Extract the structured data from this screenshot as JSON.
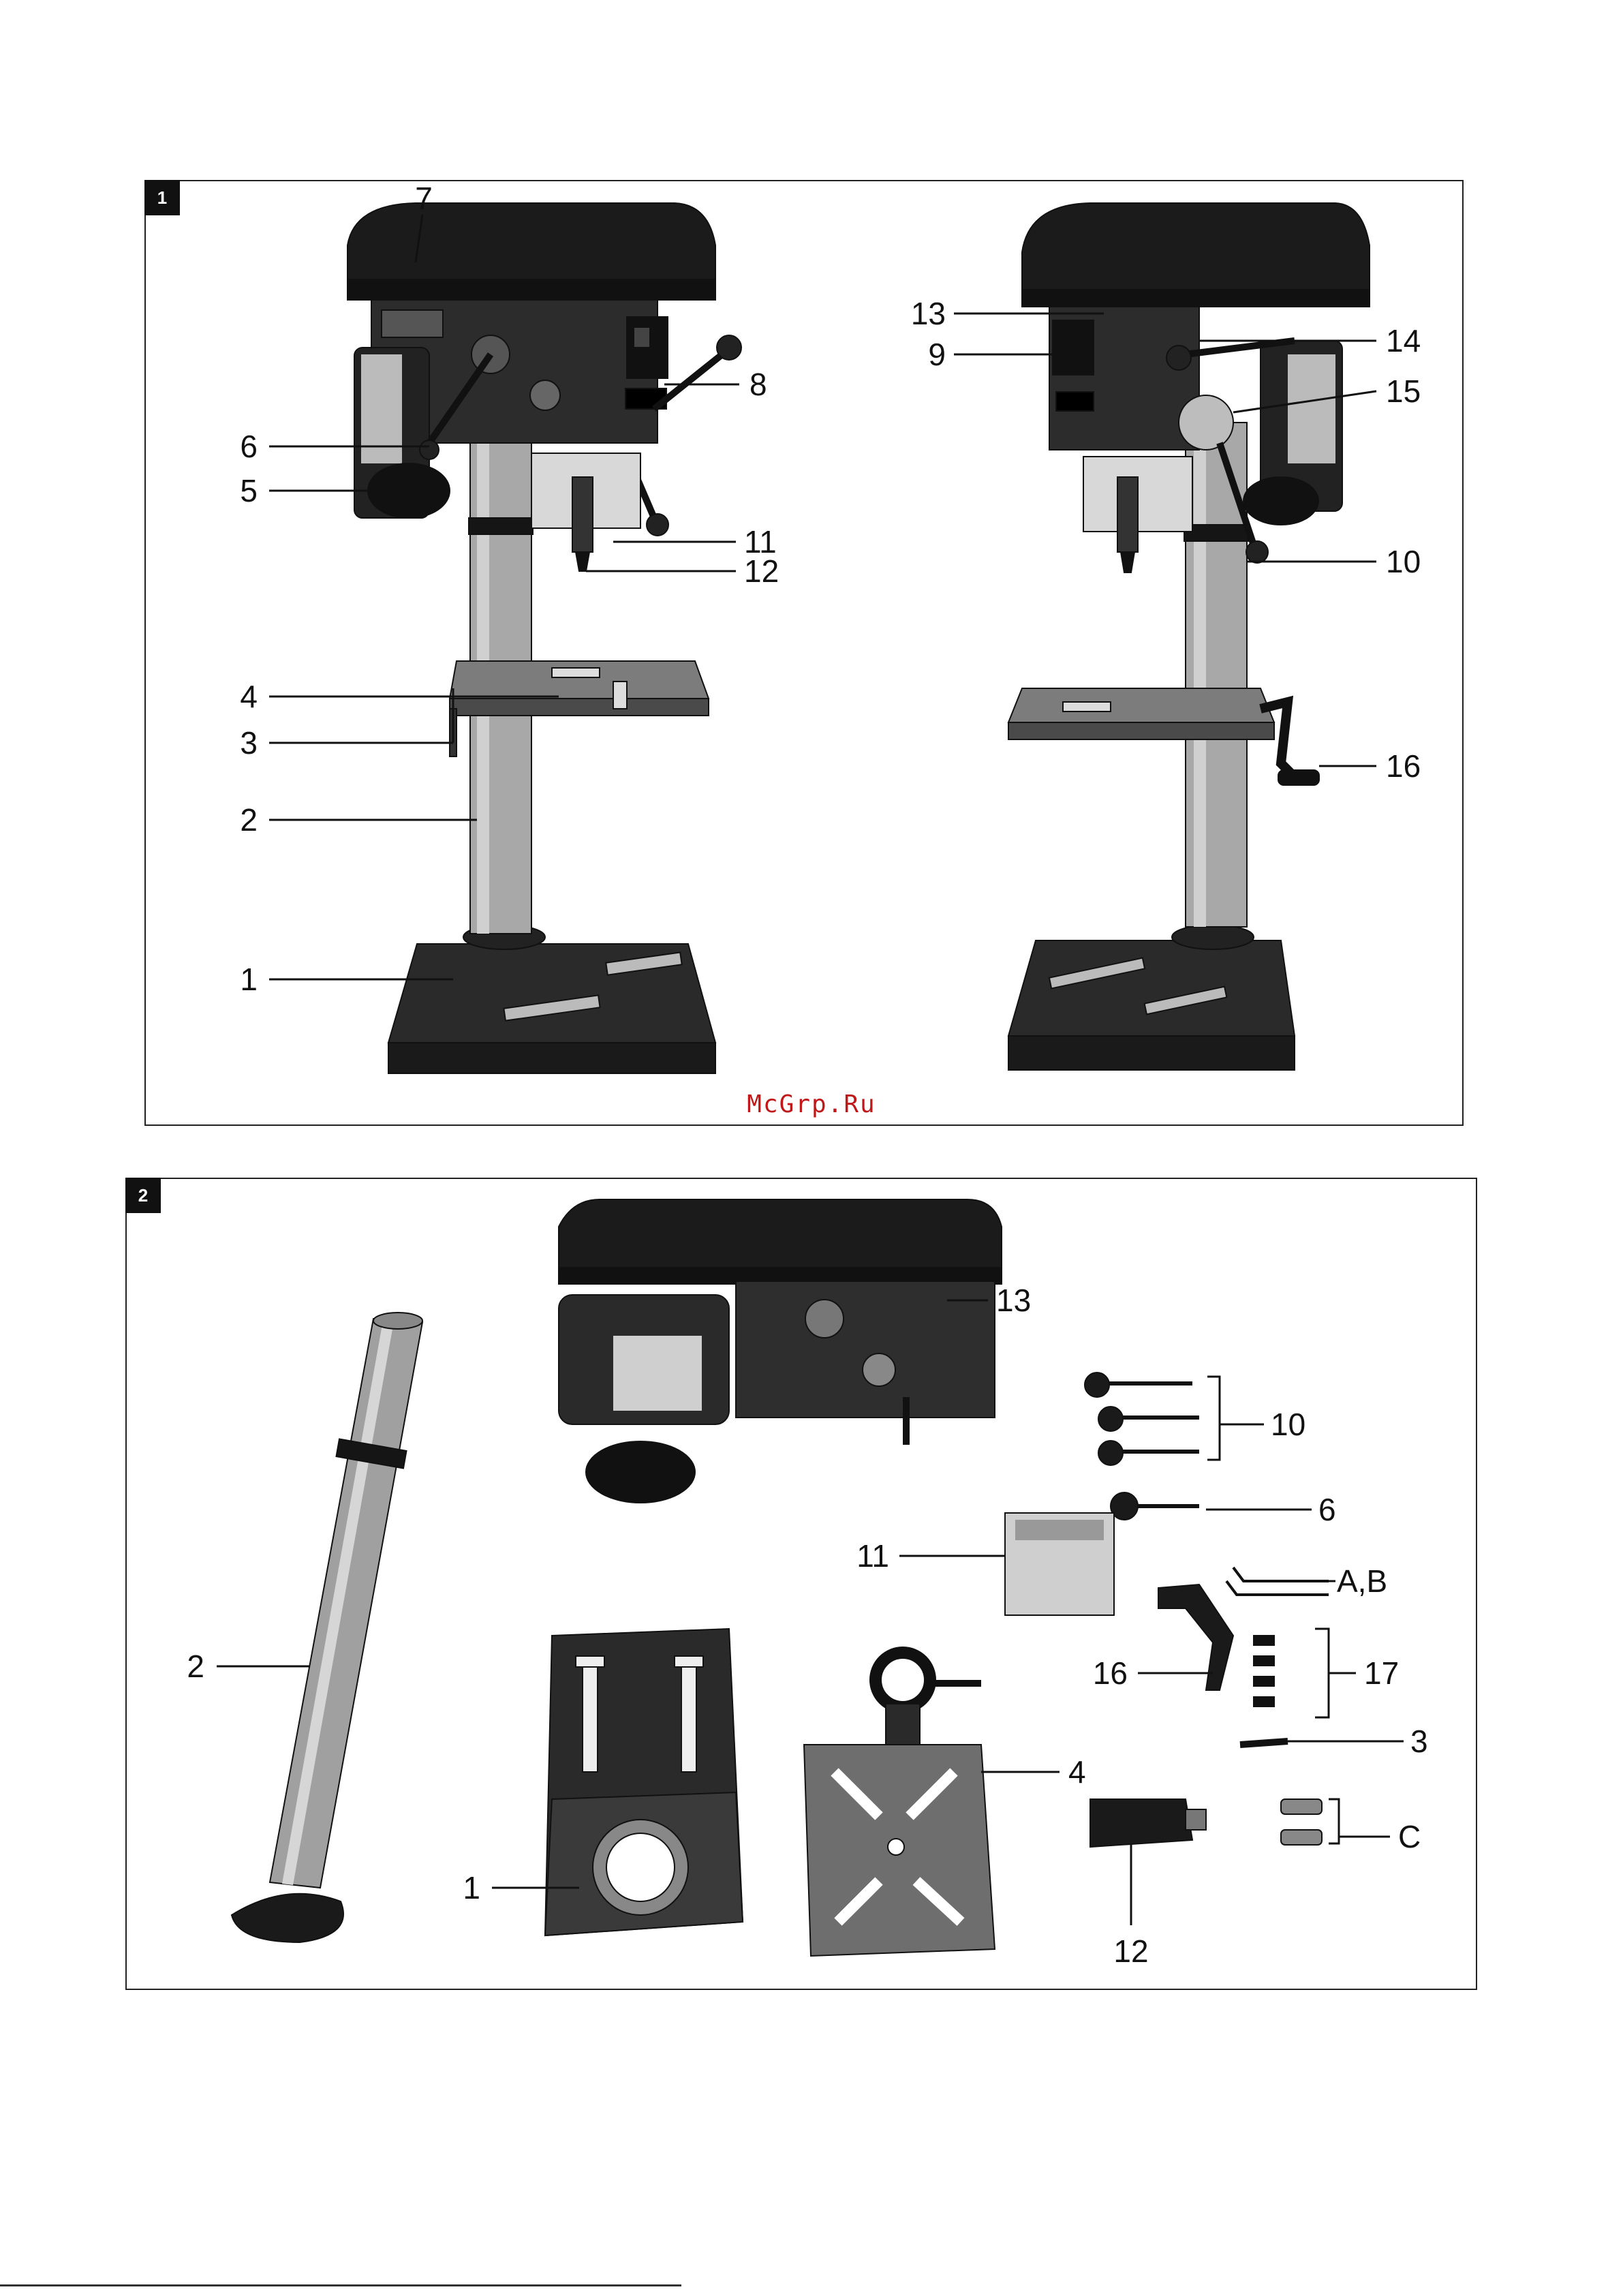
{
  "figure1": {
    "badge": "1",
    "labels": {
      "l1": "1",
      "l2": "2",
      "l3": "3",
      "l4": "4",
      "l5": "5",
      "l6": "6",
      "l7": "7",
      "l8": "8",
      "l9": "9",
      "l10": "10",
      "l11": "11",
      "l12": "12",
      "l13": "13",
      "l14": "14",
      "l15": "15",
      "l16": "16"
    }
  },
  "figure2": {
    "badge": "2",
    "labels": {
      "l1": "1",
      "l2": "2",
      "l3": "3",
      "l4": "4",
      "l6": "6",
      "l10": "10",
      "l11": "11",
      "l12": "12",
      "l13": "13",
      "l16": "16",
      "l17": "17",
      "lAB": "A,B",
      "lC": "C"
    }
  },
  "watermark": "McGrp.Ru",
  "colors": {
    "machine": "#1e1e1e",
    "metal": "#9a9a9a",
    "table": "#6e6e6e",
    "watermark": "#c01818"
  }
}
